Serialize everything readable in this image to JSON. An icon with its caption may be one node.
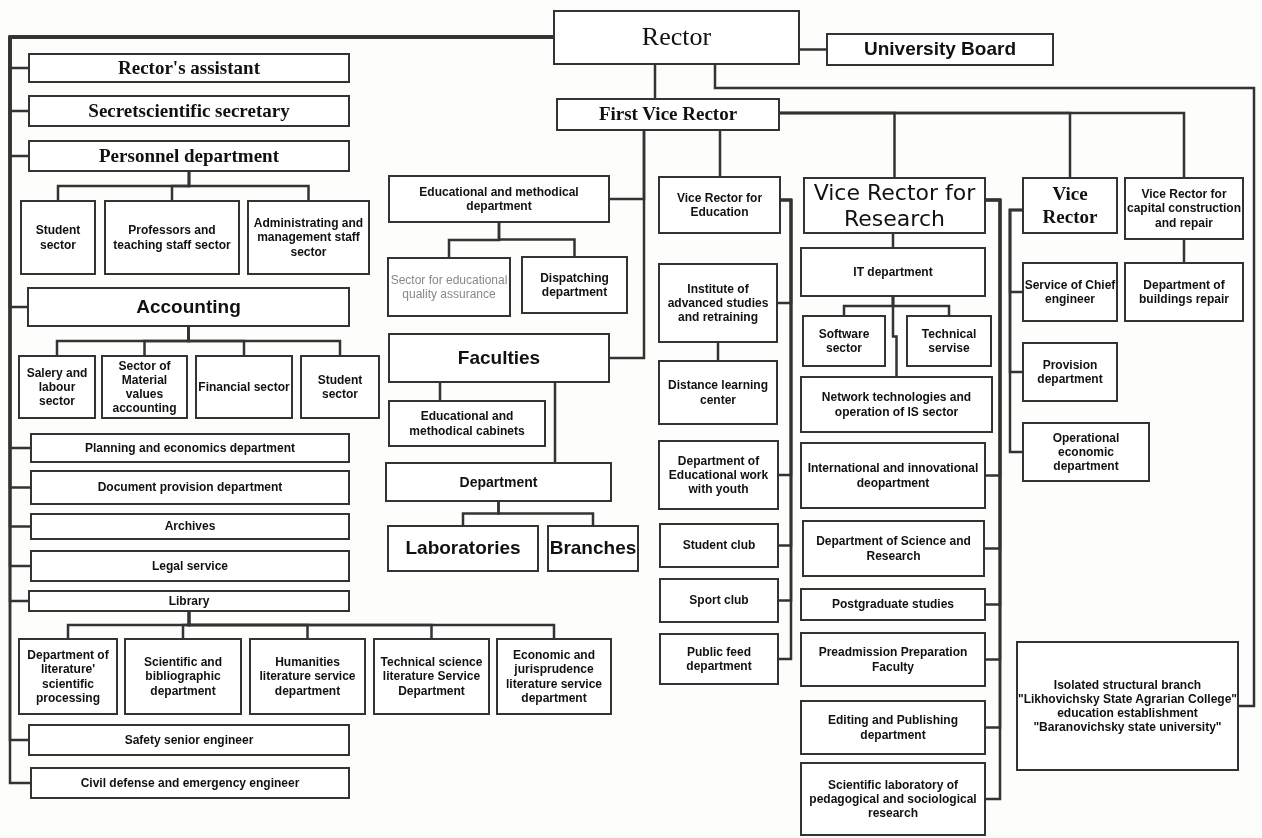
{
  "diagram": {
    "nodes": [
      {
        "text": [
          "Rector"
        ]
      },
      {
        "text": [
          "University Board"
        ]
      },
      {
        "text": [
          "Rector's assistant"
        ]
      },
      {
        "text": [
          "Secretscientific secretary"
        ]
      },
      {
        "text": [
          "Personnel department"
        ]
      },
      {
        "text": [
          "Student sector"
        ]
      },
      {
        "text": [
          "Professors and teaching staff sector"
        ]
      },
      {
        "text": [
          "Administrating and management staff sector"
        ]
      },
      {
        "text": [
          "Accounting"
        ]
      },
      {
        "text": [
          "Salery and labour sector"
        ]
      },
      {
        "text": [
          "Sector of Material values accounting"
        ]
      },
      {
        "text": [
          "Financial sector"
        ]
      },
      {
        "text": [
          "Student sector"
        ]
      },
      {
        "text": [
          "Planning and economics department"
        ]
      },
      {
        "text": [
          "Document provision department"
        ]
      },
      {
        "text": [
          "Archives"
        ]
      },
      {
        "text": [
          "Legal service"
        ]
      },
      {
        "text": [
          "Library"
        ]
      },
      {
        "text": [
          "Department of literature' scientific processing"
        ]
      },
      {
        "text": [
          "Scientific and bibliographic department"
        ]
      },
      {
        "text": [
          "Humanities literature service department"
        ]
      },
      {
        "text": [
          "Technical science literature Service Department"
        ]
      },
      {
        "text": [
          "Economic and jurisprudence literature service department"
        ]
      },
      {
        "text": [
          "Safety senior engineer"
        ]
      },
      {
        "text": [
          "Civil defense and emergency engineer"
        ]
      },
      {
        "text": [
          "First Vice Rector"
        ]
      },
      {
        "text": [
          "Educational and methodical department"
        ]
      },
      {
        "text": [
          "Sector for educational quality assurance"
        ]
      },
      {
        "text": [
          "Dispatching department"
        ]
      },
      {
        "text": [
          "Faculties"
        ]
      },
      {
        "text": [
          "Educational and methodical cabinets"
        ]
      },
      {
        "text": [
          "Department"
        ]
      },
      {
        "text": [
          "Laboratories"
        ]
      },
      {
        "text": [
          "Branches"
        ]
      },
      {
        "text": [
          "Vice Rector for Education"
        ]
      },
      {
        "text": [
          "Institute of advanced studies and retraining"
        ]
      },
      {
        "text": [
          "Distance learning center"
        ]
      },
      {
        "text": [
          "Department of Educational work with youth"
        ]
      },
      {
        "text": [
          "Student club"
        ]
      },
      {
        "text": [
          "Sport club"
        ]
      },
      {
        "text": [
          "Public feed department"
        ]
      },
      {
        "text": [
          "Vice Rector for Research"
        ]
      },
      {
        "text": [
          "IT department"
        ]
      },
      {
        "text": [
          "Software sector"
        ]
      },
      {
        "text": [
          "Technical servise"
        ]
      },
      {
        "text": [
          "Network technologies and operation of IS sector"
        ]
      },
      {
        "text": [
          "International and innovational deopartment"
        ]
      },
      {
        "text": [
          "Department of Science and Research"
        ]
      },
      {
        "text": [
          "Postgraduate studies"
        ]
      },
      {
        "text": [
          "Preadmission Preparation Faculty"
        ]
      },
      {
        "text": [
          "Editing and Publishing department"
        ]
      },
      {
        "text": [
          "Scientific laboratory of pedagogical and sociological research"
        ]
      },
      {
        "text": [
          "Vice Rector"
        ]
      },
      {
        "text": [
          "Vice Rector for capital construction and repair"
        ]
      },
      {
        "text": [
          "Service of Chief engineer"
        ]
      },
      {
        "text": [
          "Department of buildings repair"
        ]
      },
      {
        "text": [
          "Provision department"
        ]
      },
      {
        "text": [
          "Operational economic department"
        ]
      },
      {
        "text": [
          "Isolated structural branch \"Likhovichsky State Agrarian College\" education establishment \"Baranovichsky state university\""
        ]
      }
    ],
    "edges": [
      {
        "from": 0,
        "to": 1,
        "arrow": "none"
      },
      {
        "from": 0,
        "to": 25,
        "arrow": "none"
      },
      {
        "from": 0,
        "to": 2,
        "arrow": "none"
      },
      {
        "from": 0,
        "to": 3,
        "arrow": "none"
      },
      {
        "from": 0,
        "to": 4,
        "arrow": "none"
      },
      {
        "from": 0,
        "to": 8,
        "arrow": "none"
      },
      {
        "from": 0,
        "to": 13,
        "arrow": "none"
      },
      {
        "from": 0,
        "to": 14,
        "arrow": "none"
      },
      {
        "from": 0,
        "to": 15,
        "arrow": "none"
      },
      {
        "from": 0,
        "to": 16,
        "arrow": "none"
      },
      {
        "from": 0,
        "to": 17,
        "arrow": "none"
      },
      {
        "from": 0,
        "to": 23,
        "arrow": "none"
      },
      {
        "from": 0,
        "to": 24,
        "arrow": "none"
      },
      {
        "from": 0,
        "to": 58,
        "arrow": "none"
      },
      {
        "from": 4,
        "to": 5,
        "arrow": "none"
      },
      {
        "from": 4,
        "to": 6,
        "arrow": "none"
      },
      {
        "from": 4,
        "to": 7,
        "arrow": "none"
      },
      {
        "from": 8,
        "to": 9,
        "arrow": "none"
      },
      {
        "from": 8,
        "to": 10,
        "arrow": "none"
      },
      {
        "from": 8,
        "to": 11,
        "arrow": "none"
      },
      {
        "from": 8,
        "to": 12,
        "arrow": "none"
      },
      {
        "from": 17,
        "to": 18,
        "arrow": "none"
      },
      {
        "from": 17,
        "to": 19,
        "arrow": "none"
      },
      {
        "from": 17,
        "to": 20,
        "arrow": "none"
      },
      {
        "from": 17,
        "to": 21,
        "arrow": "none"
      },
      {
        "from": 17,
        "to": 22,
        "arrow": "none"
      },
      {
        "from": 25,
        "to": 26,
        "arrow": "none"
      },
      {
        "from": 25,
        "to": 29,
        "arrow": "none"
      },
      {
        "from": 25,
        "to": 34,
        "arrow": "none"
      },
      {
        "from": 25,
        "to": 41,
        "arrow": "none"
      },
      {
        "from": 25,
        "to": 52,
        "arrow": "none"
      },
      {
        "from": 25,
        "to": 53,
        "arrow": "none"
      },
      {
        "from": 26,
        "to": 27,
        "arrow": "none"
      },
      {
        "from": 26,
        "to": 28,
        "arrow": "none"
      },
      {
        "from": 29,
        "to": 30,
        "arrow": "none"
      },
      {
        "from": 29,
        "to": 31,
        "arrow": "none"
      },
      {
        "from": 31,
        "to": 32,
        "arrow": "none"
      },
      {
        "from": 31,
        "to": 33,
        "arrow": "none"
      },
      {
        "from": 34,
        "to": 35,
        "arrow": "none"
      },
      {
        "from": 34,
        "to": 37,
        "arrow": "none"
      },
      {
        "from": 34,
        "to": 38,
        "arrow": "none"
      },
      {
        "from": 34,
        "to": 39,
        "arrow": "none"
      },
      {
        "from": 34,
        "to": 40,
        "arrow": "none"
      },
      {
        "from": 35,
        "to": 36,
        "arrow": "none"
      },
      {
        "from": 41,
        "to": 42,
        "arrow": "none"
      },
      {
        "from": 42,
        "to": 43,
        "arrow": "none"
      },
      {
        "from": 42,
        "to": 44,
        "arrow": "none"
      },
      {
        "from": 42,
        "to": 45,
        "arrow": "none"
      },
      {
        "from": 41,
        "to": 46,
        "arrow": "none"
      },
      {
        "from": 41,
        "to": 47,
        "arrow": "none"
      },
      {
        "from": 41,
        "to": 48,
        "arrow": "none"
      },
      {
        "from": 41,
        "to": 49,
        "arrow": "none"
      },
      {
        "from": 41,
        "to": 50,
        "arrow": "none"
      },
      {
        "from": 41,
        "to": 51,
        "arrow": "none"
      },
      {
        "from": 52,
        "to": 54,
        "arrow": "none"
      },
      {
        "from": 52,
        "to": 56,
        "arrow": "none"
      },
      {
        "from": 52,
        "to": 57,
        "arrow": "none"
      },
      {
        "from": 53,
        "to": 55,
        "arrow": "none"
      }
    ]
  }
}
